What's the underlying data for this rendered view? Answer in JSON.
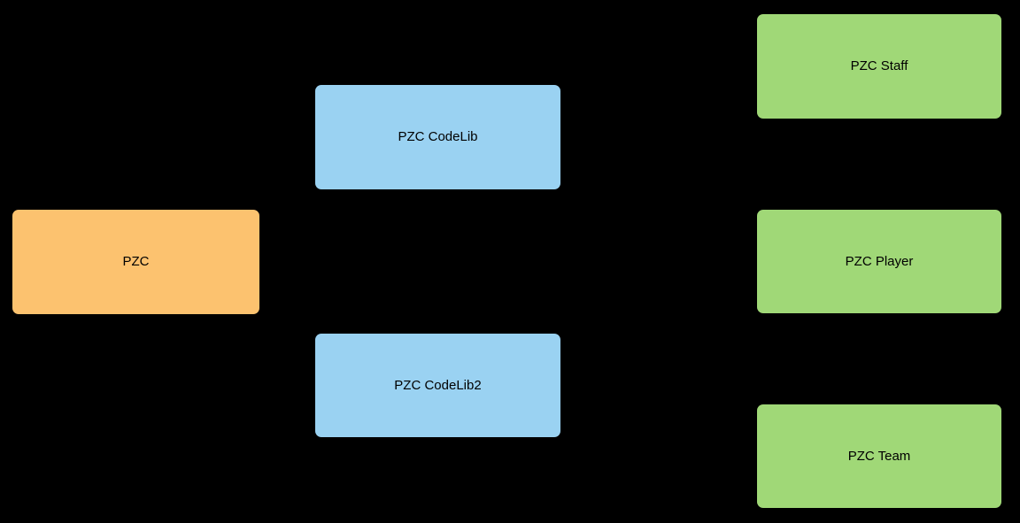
{
  "diagram": {
    "background_color": "#000000",
    "text_color": "#000000",
    "colors": {
      "root": "#FCC26F",
      "library": "#9AD2F2",
      "entity": "#A0D877"
    },
    "nodes": [
      {
        "label": "PZC",
        "fill": "#FCC26F"
      },
      {
        "label": "PZC CodeLib",
        "fill": "#9AD2F2"
      },
      {
        "label": "PZC CodeLib2",
        "fill": "#9AD2F2"
      },
      {
        "label": "PZC Staff",
        "fill": "#A0D877"
      },
      {
        "label": "PZC Player",
        "fill": "#A0D877"
      },
      {
        "label": "PZC Team",
        "fill": "#A0D877"
      }
    ]
  }
}
